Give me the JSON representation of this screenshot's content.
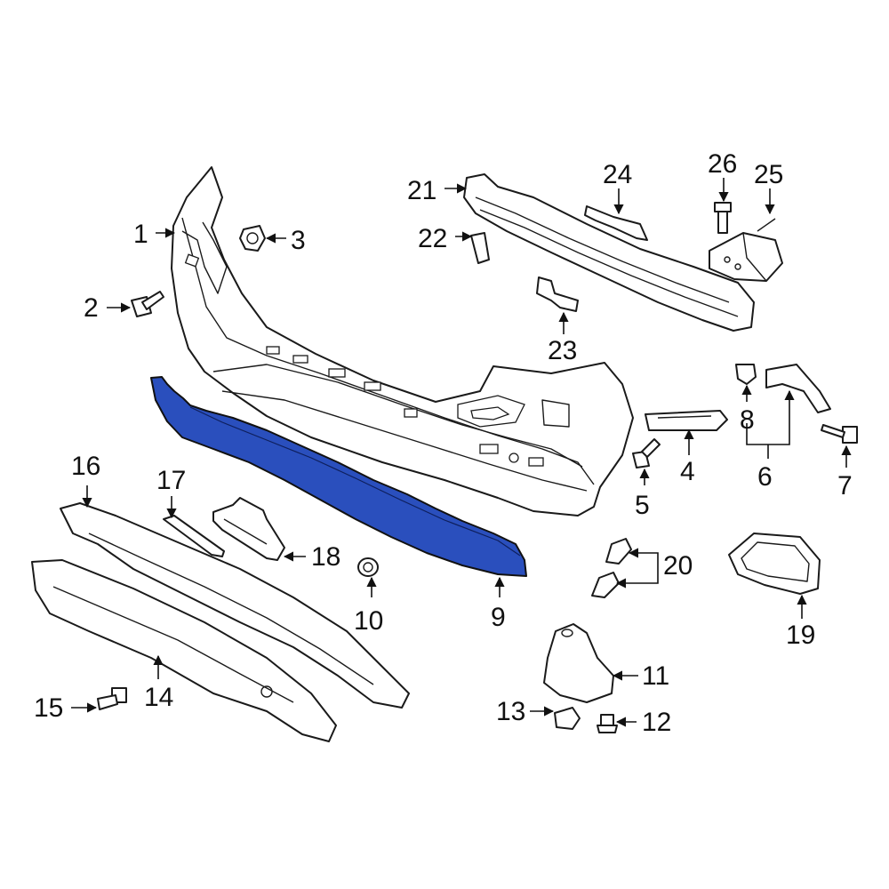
{
  "diagram": {
    "highlight_color": "#2a4fbd",
    "highlighted_part": "9",
    "callouts": [
      {
        "id": "1",
        "label": "1"
      },
      {
        "id": "2",
        "label": "2"
      },
      {
        "id": "3",
        "label": "3"
      },
      {
        "id": "4",
        "label": "4"
      },
      {
        "id": "5",
        "label": "5"
      },
      {
        "id": "6",
        "label": "6"
      },
      {
        "id": "7",
        "label": "7"
      },
      {
        "id": "8",
        "label": "8"
      },
      {
        "id": "9",
        "label": "9"
      },
      {
        "id": "10",
        "label": "10"
      },
      {
        "id": "11",
        "label": "11"
      },
      {
        "id": "12",
        "label": "12"
      },
      {
        "id": "13",
        "label": "13"
      },
      {
        "id": "14",
        "label": "14"
      },
      {
        "id": "15",
        "label": "15"
      },
      {
        "id": "16",
        "label": "16"
      },
      {
        "id": "17",
        "label": "17"
      },
      {
        "id": "18",
        "label": "18"
      },
      {
        "id": "19",
        "label": "19"
      },
      {
        "id": "20",
        "label": "20"
      },
      {
        "id": "21",
        "label": "21"
      },
      {
        "id": "22",
        "label": "22"
      },
      {
        "id": "23",
        "label": "23"
      },
      {
        "id": "24",
        "label": "24"
      },
      {
        "id": "25",
        "label": "25"
      },
      {
        "id": "26",
        "label": "26"
      }
    ]
  }
}
